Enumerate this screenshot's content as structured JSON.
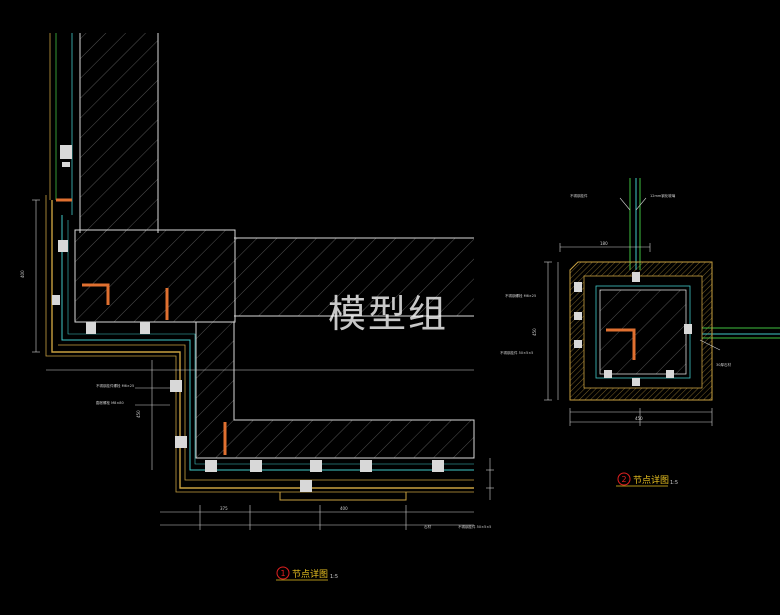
{
  "watermark": "模型组",
  "detail_1": {
    "number": "1",
    "title": "节点详图",
    "scale": "1:5"
  },
  "detail_2": {
    "number": "2",
    "title": "节点详图",
    "scale": "1:5"
  },
  "annotations": {
    "d1_label_a": "不锈钢挂件螺栓 M6×25",
    "d1_label_b": "膨胀螺栓 M8×80",
    "d1_label_c": "石材",
    "d1_label_d": "不锈钢挂件 50×5×5",
    "d1_dim_bottom_1": "375",
    "d1_dim_bottom_2": "400",
    "d1_dim_left": "400",
    "d1_dim_side": "450",
    "d2_label_top_1": "不锈钢挂件",
    "d2_label_top_2": "12mm钢化玻璃",
    "d2_label_left_1": "不锈钢螺栓 M6×25",
    "d2_label_left_2": "不锈钢挂件 50×5×5",
    "d2_label_right": "30厚石材",
    "d2_dim_top": "180",
    "d2_dim_bottom": "450",
    "d2_dim_left": "450"
  },
  "colors": {
    "background": "#000000",
    "concrete_edge": "#d8d8d8",
    "hatch": "#b0b0b0",
    "stone": "#c8a040",
    "steel": "#e07030",
    "cyan_line": "#40c8c8",
    "green_line": "#40c040",
    "dim_line": "#d0d0d0",
    "red_circle": "#e02020",
    "title_yellow": "#e8c020"
  }
}
